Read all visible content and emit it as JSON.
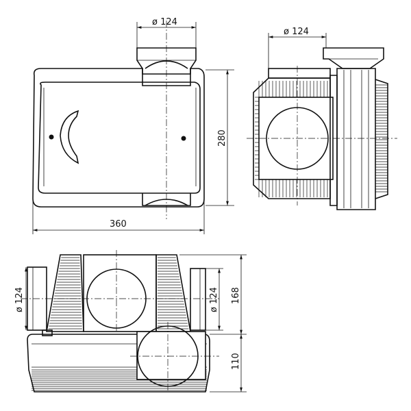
{
  "dimensions": {
    "top_view_outlet_dia": "ø 124",
    "side_view_outlet_dia": "ø 124",
    "top_view_height": "280",
    "top_view_width": "360",
    "front_view_left_inlet_dia": "ø 124",
    "front_view_right_inlet_dia": "ø 124",
    "front_view_upper_height": "168",
    "front_view_lower_height": "110"
  }
}
